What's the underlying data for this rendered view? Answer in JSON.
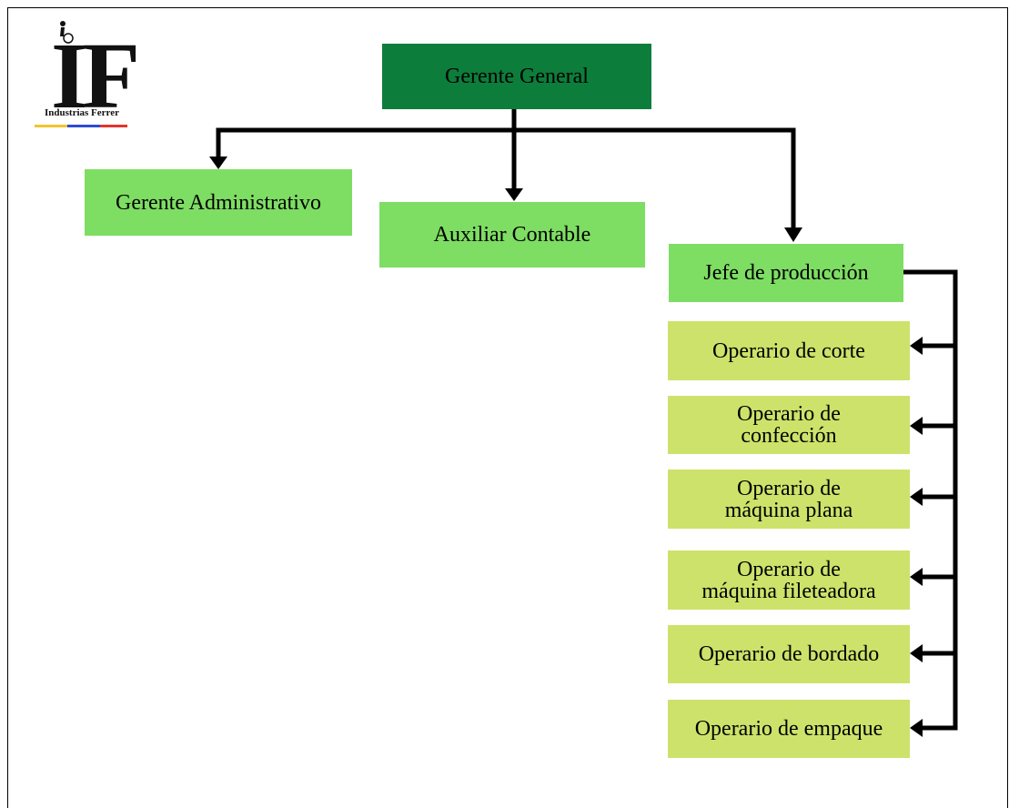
{
  "colors": {
    "dark": "#0d7d3b",
    "mid": "#7edd63",
    "light": "#cde26a",
    "logo_yellow": "#f2c62b",
    "logo_blue": "#2b4cd6",
    "logo_red": "#e2352e"
  },
  "logo": {
    "letters": "IF",
    "brand": "Industrias Ferrer"
  },
  "nodes": {
    "gerente_general": "Gerente General",
    "gerente_administrativo": "Gerente Administrativo",
    "auxiliar_contable": "Auxiliar Contable",
    "jefe_produccion": "Jefe de producción",
    "operario_corte": "Operario de corte",
    "operario_confeccion": "Operario de\nconfección",
    "operario_maquina_plana": "Operario de\nmáquina plana",
    "operario_fileteadora": "Operario de\nmáquina fileteadora",
    "operario_bordado": "Operario de bordado",
    "operario_empaque": "Operario de empaque"
  }
}
